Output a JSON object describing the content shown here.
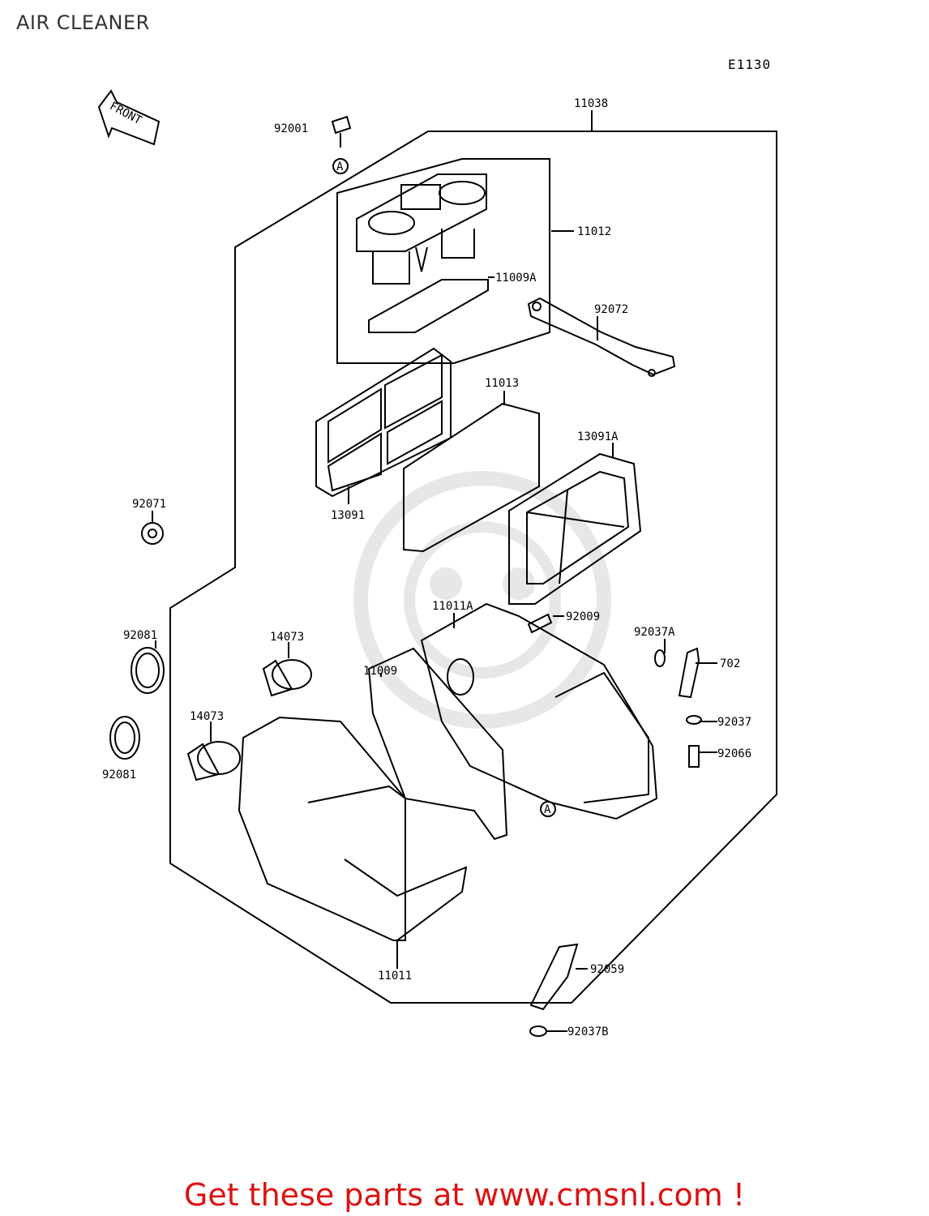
{
  "title": "AIR CLEANER",
  "diagram_code": "E1130",
  "front_arrow_label": "FRONT",
  "ref_mark": "A",
  "parts": [
    {
      "id": "11038"
    },
    {
      "id": "92001"
    },
    {
      "id": "11012"
    },
    {
      "id": "11009A"
    },
    {
      "id": "92072"
    },
    {
      "id": "11013"
    },
    {
      "id": "13091A"
    },
    {
      "id": "13091"
    },
    {
      "id": "92071"
    },
    {
      "id": "11011A"
    },
    {
      "id": "92009"
    },
    {
      "id": "92037A"
    },
    {
      "id": "702"
    },
    {
      "id": "92081"
    },
    {
      "id": "14073"
    },
    {
      "id": "11009"
    },
    {
      "id": "92037"
    },
    {
      "id": "14073"
    },
    {
      "id": "92066"
    },
    {
      "id": "92081"
    },
    {
      "id": "11011"
    },
    {
      "id": "92059"
    },
    {
      "id": "92037B"
    }
  ],
  "footer": "Get these parts at www.cmsnl.com !",
  "colors": {
    "footer": "#dd1111",
    "line": "#000000"
  }
}
